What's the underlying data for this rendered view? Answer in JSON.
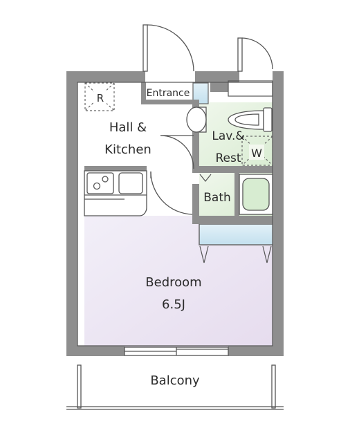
{
  "rooms": {
    "hall_kitchen": {
      "line1": "Hall &",
      "line2": "Kitchen"
    },
    "entrance": "Entrance",
    "lav_rest": {
      "line1": "Lav.&",
      "line2": "Rest"
    },
    "bath": "Bath",
    "bedroom": {
      "name": "Bedroom",
      "size": "6.5J"
    },
    "balcony": "Balcony"
  },
  "fixtures": {
    "refrigerator": "R",
    "washer": "W"
  },
  "colors": {
    "wall": "#8a8a8a",
    "bedroom_fill": "#ebe5f3",
    "wet_area_fill": "#e3f0dc",
    "storage_fill": "#cfe6f2",
    "line": "#555555"
  }
}
